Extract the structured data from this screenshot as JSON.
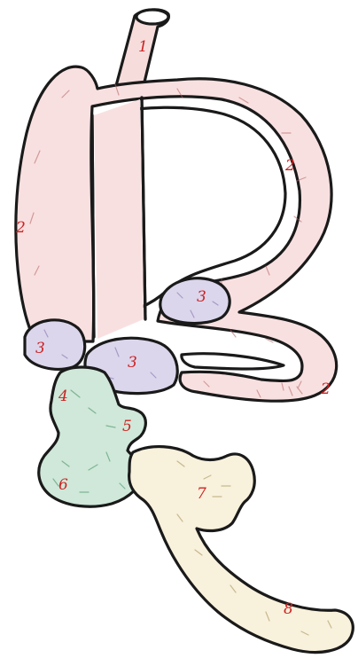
{
  "diagram": {
    "colors": {
      "segment_1": "#f7dcdc",
      "segment_2": "#f9e0e0",
      "segment_3": "#dcd6ec",
      "segment_4_6": "#cfe8d9",
      "segment_7_8": "#f8f1dc",
      "outline": "#1a1a1a",
      "label": "#cc2222"
    },
    "labels": {
      "l1": "1",
      "l2a": "2",
      "l2b": "2",
      "l2c": "2",
      "l3a": "3",
      "l3b": "3",
      "l3c": "3",
      "l4": "4",
      "l5": "5",
      "l6": "6",
      "l7": "7",
      "l8": "8"
    }
  }
}
